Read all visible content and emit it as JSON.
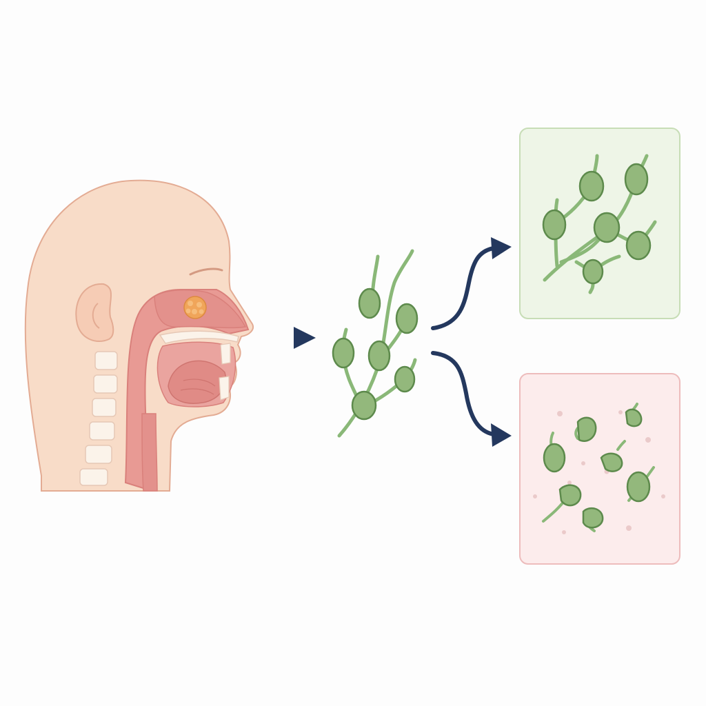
{
  "diagram": {
    "title": "",
    "colors": {
      "background": "#fdfdfd",
      "skin": "#f8dcc8",
      "skin_outline": "#e3ab93",
      "tissue": "#e89a94",
      "tissue_dark": "#d9807b",
      "bone": "#fbf3ea",
      "lesion": "#f0a55a",
      "arrow": "#24385e",
      "cell_fill": "#93b87c",
      "cell_stroke": "#5d8a4c",
      "branch": "#8ab878",
      "healthy_panel_bg": "#eef5e7",
      "healthy_panel_border": "#c7ddb6",
      "damaged_panel_bg": "#fcecec",
      "damaged_panel_border": "#edbcbc"
    },
    "nodes": [
      {
        "id": "head",
        "icon": "head-profile-sagittal-section-icon"
      },
      {
        "id": "cluster",
        "icon": "budding-cell-chain-icon"
      },
      {
        "id": "healthy",
        "icon": "intact-cell-chain-icon"
      },
      {
        "id": "damaged",
        "icon": "fragmented-cells-icon"
      }
    ],
    "edges": [
      {
        "from": "head",
        "to": "cluster",
        "style": "straight"
      },
      {
        "from": "cluster",
        "to": "healthy",
        "style": "curved-up"
      },
      {
        "from": "cluster",
        "to": "damaged",
        "style": "curved-down"
      }
    ]
  }
}
